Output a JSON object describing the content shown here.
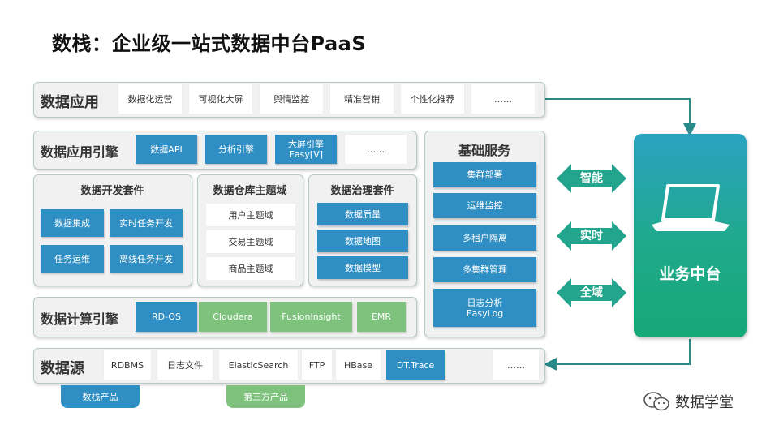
{
  "title": "数栈：企业级一站式数据中台PaaS",
  "rows": {
    "app": {
      "label": "数据应用",
      "items": [
        "数据化运营",
        "可视化大屏",
        "舆情监控",
        "精准营销",
        "个性化推荐",
        "……"
      ]
    },
    "engine": {
      "label": "数据应用引擎",
      "items": [
        "数据API",
        "分析引擎"
      ],
      "item3_line1": "大屏引擎",
      "item3_line2": "Easy[V]",
      "more": "……"
    },
    "dev_suite": {
      "title": "数据开发套件",
      "items": [
        "数据集成",
        "实时任务开发",
        "任务运维",
        "离线任务开发"
      ]
    },
    "warehouse": {
      "title": "数据仓库主题域",
      "items": [
        "用户主题域",
        "交易主题域",
        "商品主题域"
      ]
    },
    "governance": {
      "title": "数据治理套件",
      "items": [
        "数据质量",
        "数据地图",
        "数据模型"
      ]
    },
    "compute": {
      "label": "数据计算引擎",
      "items": [
        "RD-OS",
        "Cloudera",
        "FusionInsight",
        "EMR"
      ]
    },
    "source": {
      "label": "数据源",
      "items": [
        "RDBMS",
        "日志文件",
        "ElasticSearch",
        "FTP",
        "HBase",
        "DT.Trace",
        "……"
      ]
    }
  },
  "base_services": {
    "title": "基础服务",
    "items": [
      "集群部署",
      "运维监控",
      "多租户隔离",
      "多集群管理"
    ],
    "last_line1": "日志分析",
    "last_line2": "EasyLog"
  },
  "arrows": [
    "智能",
    "实时",
    "全域"
  ],
  "business": {
    "label": "业务中台",
    "icon": "laptop-icon"
  },
  "legend": {
    "own": "数栈产品",
    "third": "第三方产品"
  },
  "watermark": "数据学堂",
  "colors": {
    "blue": "#2f8fc4",
    "green": "#7ec27d",
    "teal_arrow": "#22a58c",
    "connector": "#2a8a8a"
  }
}
